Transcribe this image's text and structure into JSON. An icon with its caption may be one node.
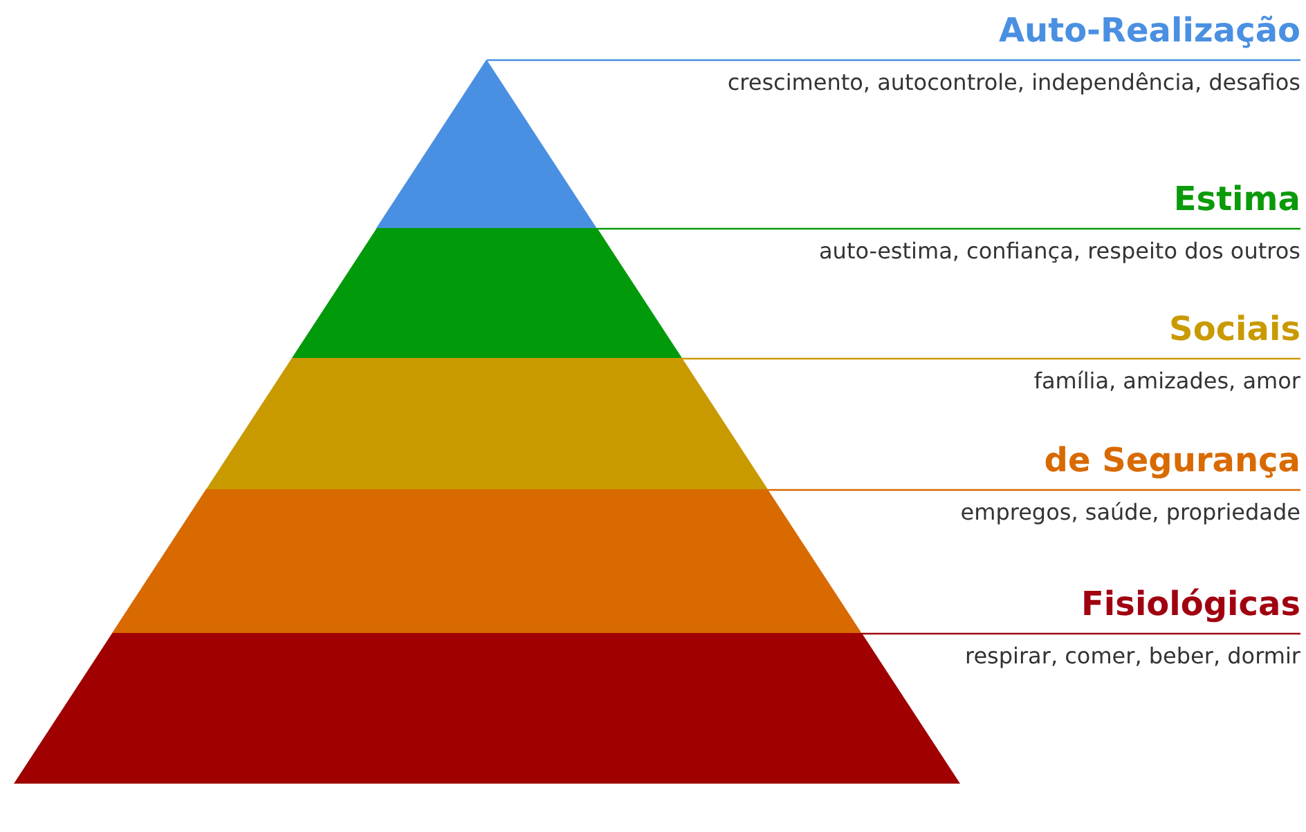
{
  "diagram": {
    "nodes": [
      {
        "text": [
          "Auto-Realização",
          "crescimento, autocontrole, independência, desafios"
        ]
      },
      {
        "text": [
          "Estima",
          "auto-estima, confiança, respeito dos outros"
        ]
      },
      {
        "text": [
          "Sociais",
          "família, amizades, amor"
        ]
      },
      {
        "text": [
          "de Segurança",
          "empregos, saúde, propriedade"
        ]
      },
      {
        "text": [
          "Fisiológicas",
          "respirar, comer, beber, dormir"
        ]
      },
      {
        "text": [],
        "shape": "triangle"
      },
      {
        "text": [],
        "shape": "trapezoid"
      },
      {
        "text": [],
        "shape": "trapezoid"
      },
      {
        "text": [],
        "shape": "trapezoid"
      },
      {
        "text": [],
        "shape": "trapezoid"
      }
    ],
    "edges": [
      {
        "from": 5,
        "to": 0,
        "arrow": "none",
        "color": "#4a90e2"
      },
      {
        "from": 6,
        "to": 1,
        "arrow": "none",
        "color": "#0a9a0a"
      },
      {
        "from": 7,
        "to": 2,
        "arrow": "none",
        "color": "#c99a00"
      },
      {
        "from": 8,
        "to": 3,
        "arrow": "none",
        "color": "#d86a00"
      },
      {
        "from": 9,
        "to": 4,
        "arrow": "none",
        "color": "#a00010"
      }
    ]
  }
}
